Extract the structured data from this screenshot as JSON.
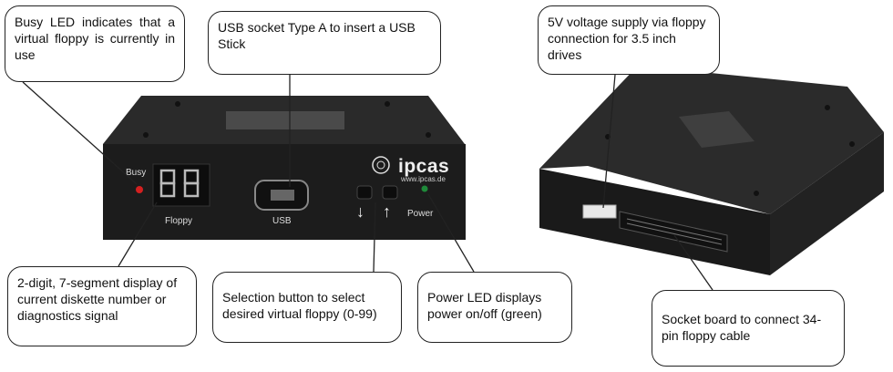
{
  "callouts": {
    "busy_led": "Busy LED indicates that a virtual floppy is currently in use",
    "usb_socket": "USB socket Type A to insert a USB Stick",
    "voltage": "5V voltage supply via floppy connection for 3.5 inch drives",
    "display": "2-digit, 7-segment display of current diskette number or diagnostics signal",
    "selection": "Selection button to select desired virtual floppy (0-99)",
    "power_led": "Power LED displays power on/off (green)",
    "socket_board": "Socket board to connect 34-pin floppy cable"
  },
  "device_labels": {
    "busy": "Busy",
    "floppy": "Floppy",
    "usb": "USB",
    "power": "Power",
    "brand": "ipcas",
    "url": "www.ipcas.de",
    "down_arrow": "↓",
    "up_arrow": "↑"
  },
  "colors": {
    "busy_led": "#d42020",
    "power_led": "#1f8a3a",
    "device_body": "#1c1c1c"
  }
}
